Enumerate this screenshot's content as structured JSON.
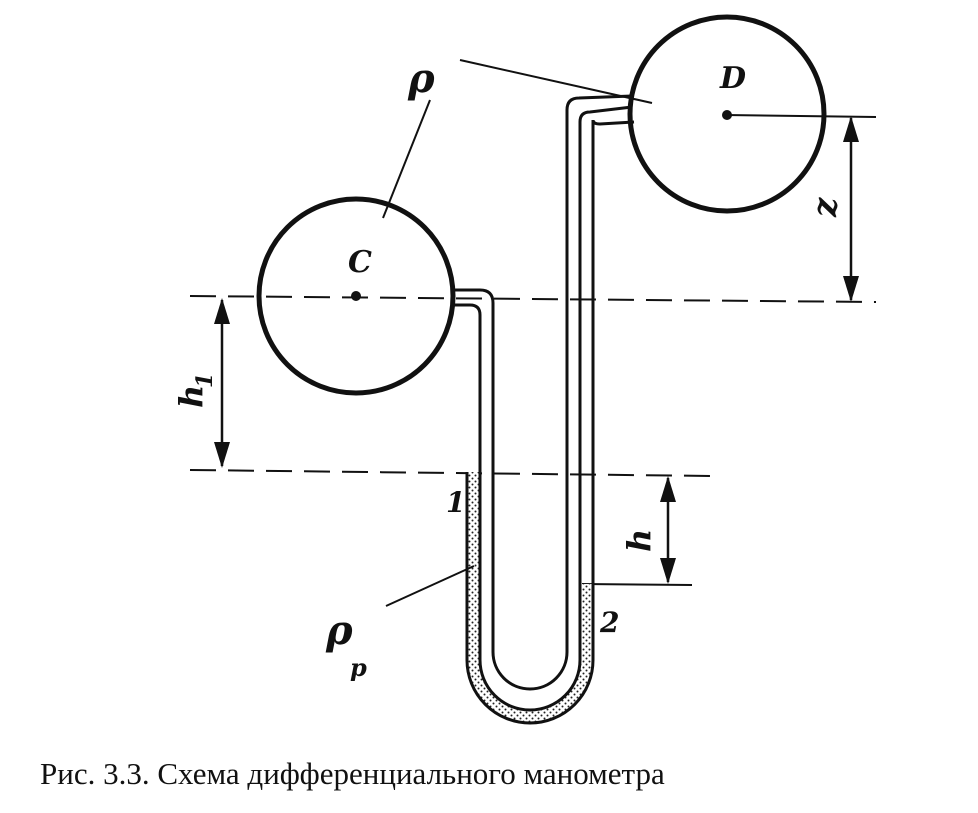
{
  "diagram": {
    "vessel_c": "C",
    "vessel_d": "D",
    "rho": "ρ",
    "rho_p": "ρ",
    "rho_p_sub": "p",
    "h1": "h",
    "h1_sub": "1",
    "h": "h",
    "z": "z",
    "level_1": "1",
    "level_2": "2"
  },
  "caption": "Рис. 3.3. Схема дифференциального манометра",
  "colors": {
    "ink": "#111111",
    "background": "#ffffff"
  }
}
